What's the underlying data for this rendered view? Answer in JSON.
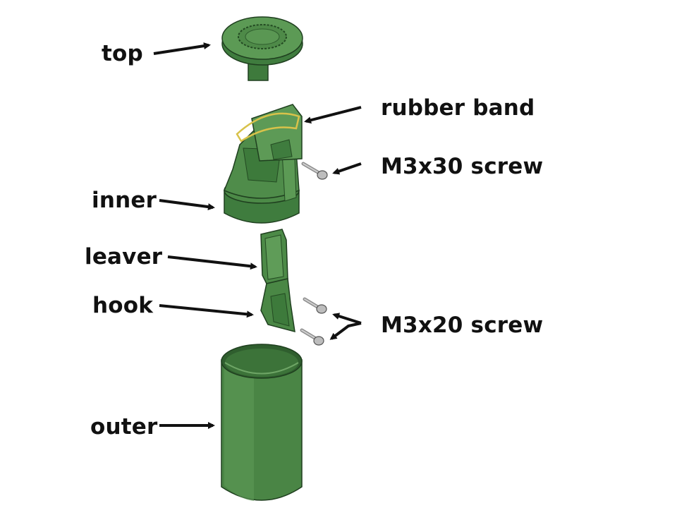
{
  "colors": {
    "part_green": "#4f8a4a",
    "part_green_dark": "#2f5e2e",
    "part_green_light": "#6ea566",
    "screw_gray": "#b9b9b9",
    "band_yellow": "#d8c24a",
    "arrow": "#111111"
  },
  "labels": {
    "top": "top",
    "rubber_band": "rubber band",
    "m3x30_screw": "M3x30 screw",
    "inner": "inner",
    "leaver": "leaver",
    "hook": "hook",
    "m3x20_screw": "M3x20 screw",
    "outer": "outer"
  }
}
